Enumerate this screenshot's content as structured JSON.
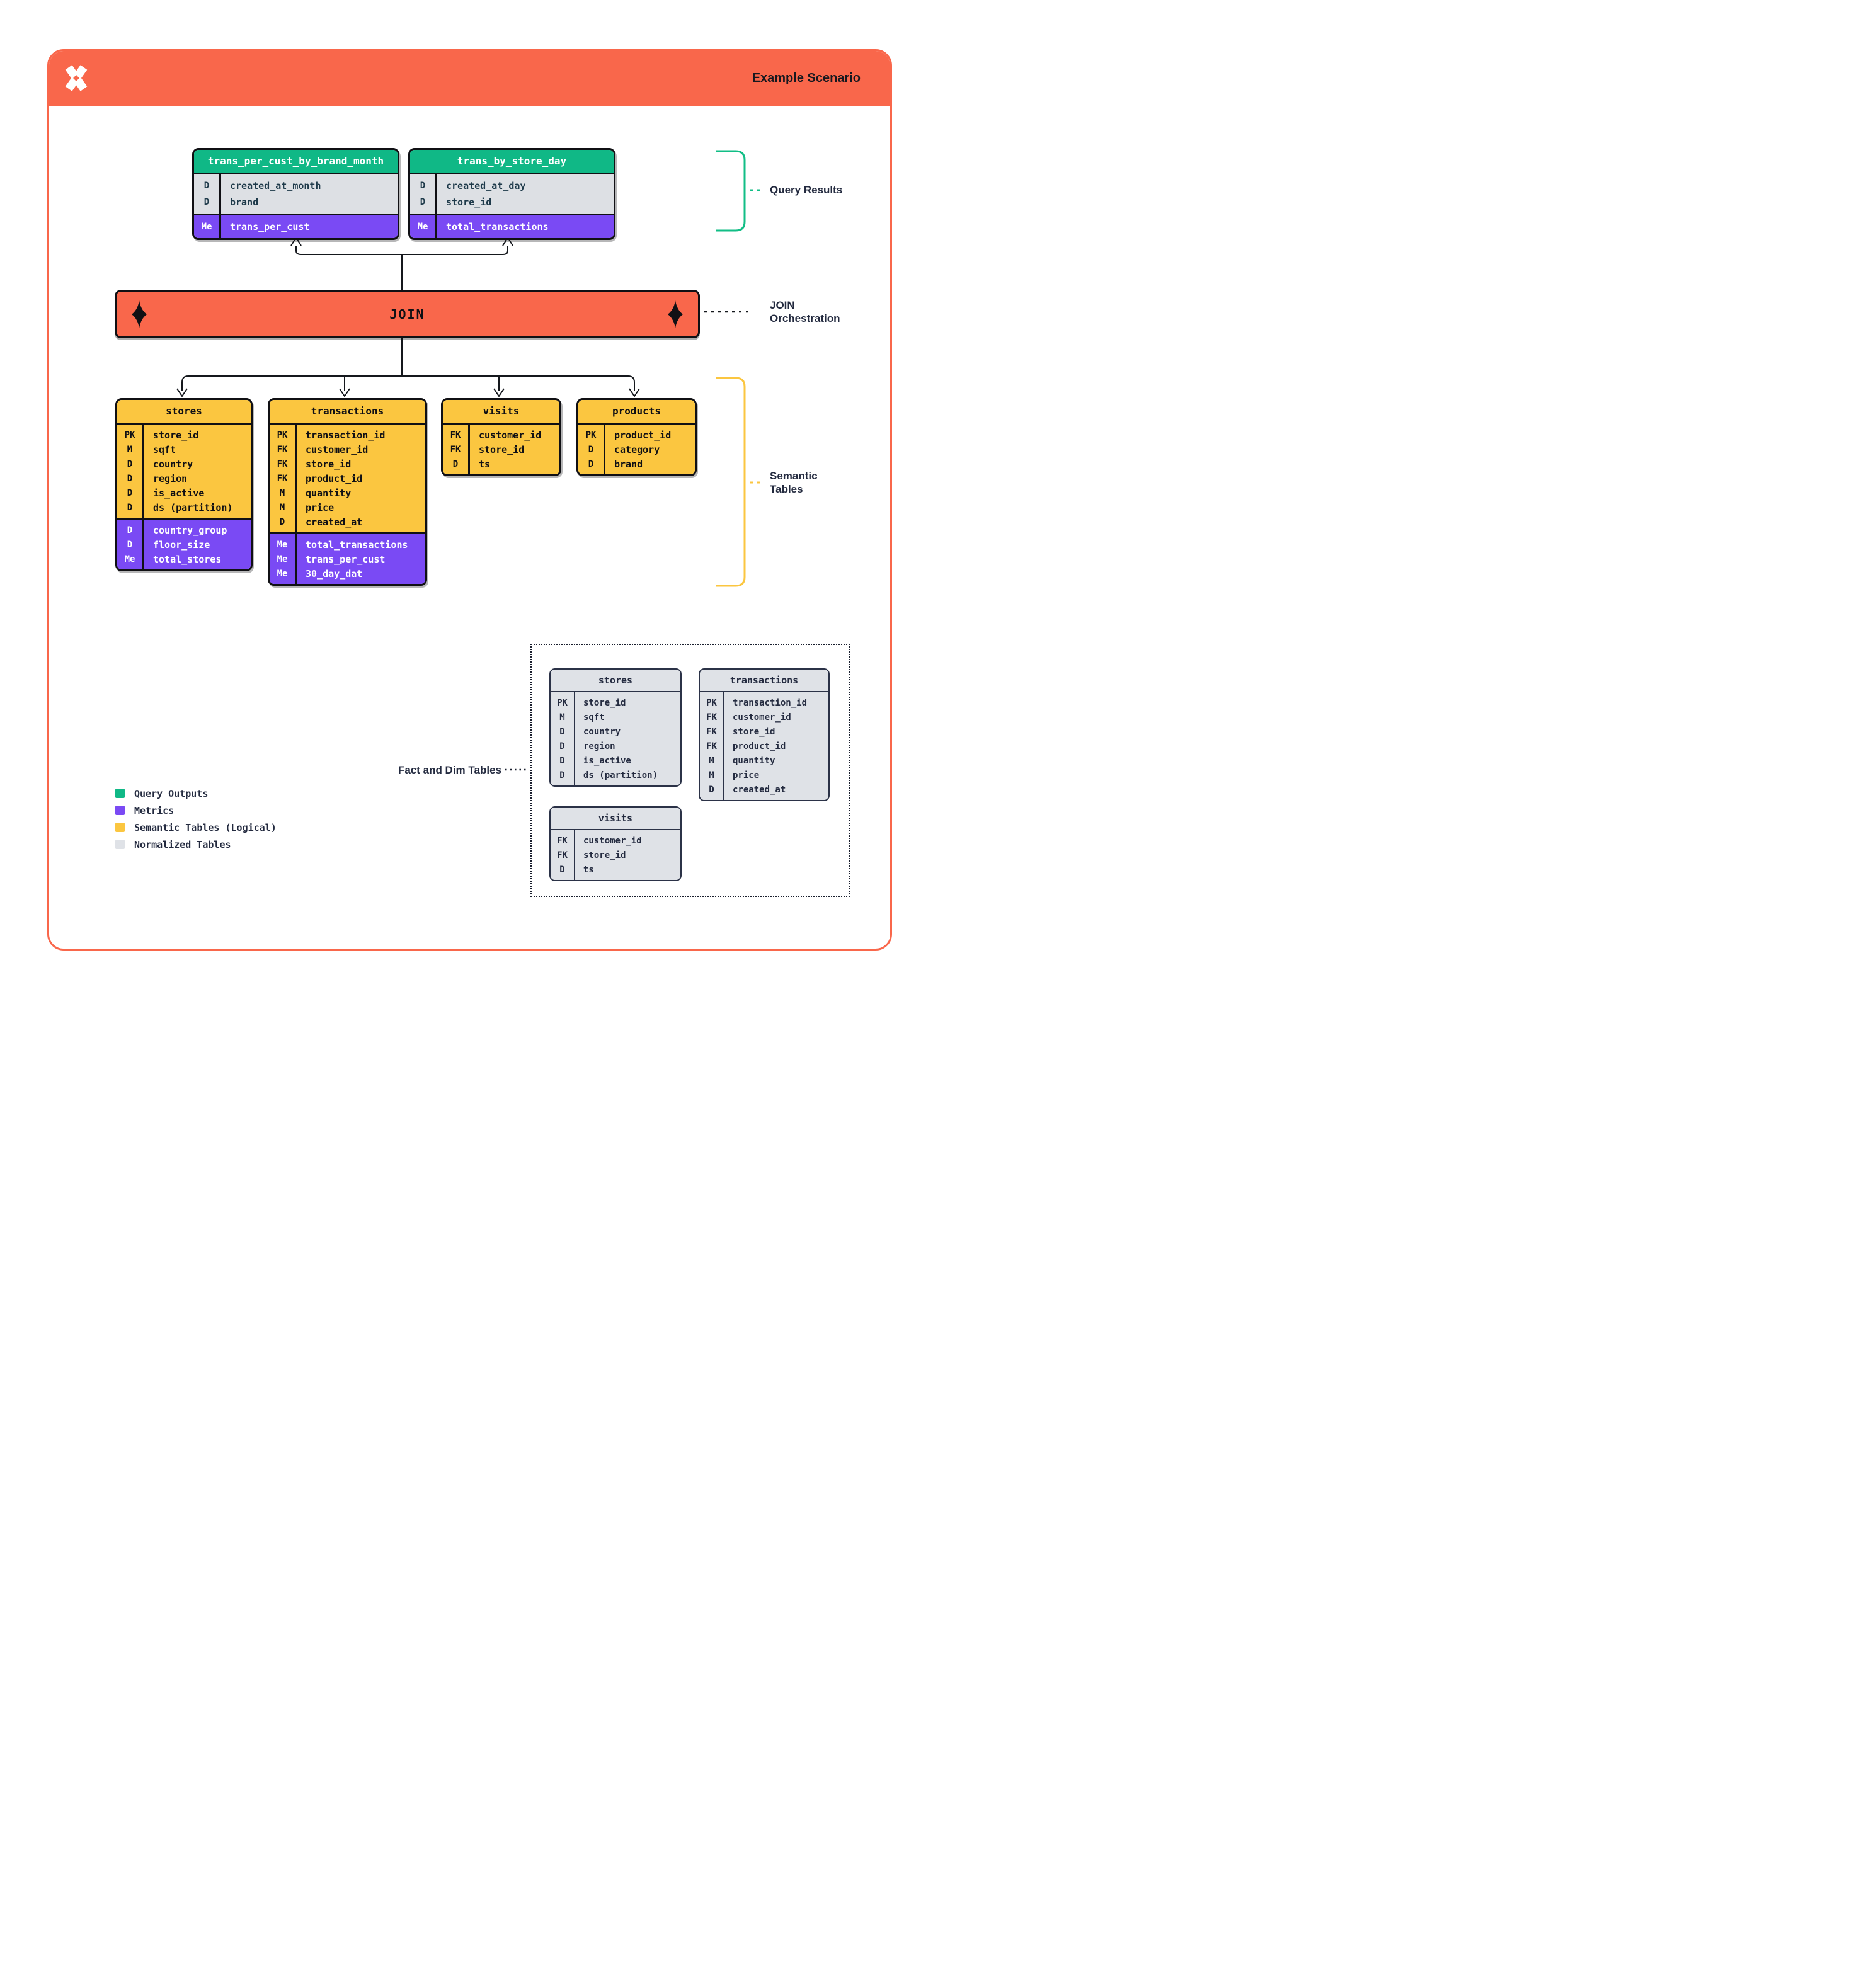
{
  "header": {
    "title": "Example Scenario"
  },
  "join": {
    "label": "JOIN"
  },
  "annotations": {
    "query_results": "Query Results",
    "join_orchestration": {
      "line1": "JOIN",
      "line2": "Orchestration"
    },
    "semantic_tables": {
      "line1": "Semantic",
      "line2": "Tables"
    },
    "fact_dim": "Fact and Dim Tables"
  },
  "colors": {
    "accent_orange": "#F9674B",
    "query_output_green": "#10B886",
    "metric_purple": "#7A4AF4",
    "semantic_yellow": "#FBC640",
    "normalized_gray": "#DFE2E7",
    "text_navy": "#232A3F"
  },
  "tables": {
    "query": [
      {
        "title": "trans_per_cust_by_brand_month",
        "dims": [
          {
            "k": "D",
            "n": "created_at_month"
          },
          {
            "k": "D",
            "n": "brand"
          }
        ],
        "metrics": [
          {
            "k": "Me",
            "n": "trans_per_cust"
          }
        ]
      },
      {
        "title": "trans_by_store_day",
        "dims": [
          {
            "k": "D",
            "n": "created_at_day"
          },
          {
            "k": "D",
            "n": "store_id"
          }
        ],
        "metrics": [
          {
            "k": "Me",
            "n": "total_transactions"
          }
        ]
      }
    ],
    "semantic": [
      {
        "title": "stores",
        "dims": [
          {
            "k": "PK",
            "n": "store_id"
          },
          {
            "k": "M",
            "n": "sqft"
          },
          {
            "k": "D",
            "n": "country"
          },
          {
            "k": "D",
            "n": "region"
          },
          {
            "k": "D",
            "n": "is_active"
          },
          {
            "k": "D",
            "n": "ds (partition)"
          }
        ],
        "metrics": [
          {
            "k": "D",
            "n": "country_group"
          },
          {
            "k": "D",
            "n": "floor_size"
          },
          {
            "k": "Me",
            "n": "total_stores"
          }
        ]
      },
      {
        "title": "transactions",
        "dims": [
          {
            "k": "PK",
            "n": "transaction_id"
          },
          {
            "k": "FK",
            "n": "customer_id"
          },
          {
            "k": "FK",
            "n": "store_id"
          },
          {
            "k": "FK",
            "n": "product_id"
          },
          {
            "k": "M",
            "n": "quantity"
          },
          {
            "k": "M",
            "n": "price"
          },
          {
            "k": "D",
            "n": "created_at"
          }
        ],
        "metrics": [
          {
            "k": "Me",
            "n": "total_transactions"
          },
          {
            "k": "Me",
            "n": "trans_per_cust"
          },
          {
            "k": "Me",
            "n": "30_day_dat"
          }
        ]
      },
      {
        "title": "visits",
        "dims": [
          {
            "k": "FK",
            "n": "customer_id"
          },
          {
            "k": "FK",
            "n": "store_id"
          },
          {
            "k": "D",
            "n": "ts"
          }
        ],
        "metrics": []
      },
      {
        "title": "products",
        "dims": [
          {
            "k": "PK",
            "n": "product_id"
          },
          {
            "k": "D",
            "n": "category"
          },
          {
            "k": "D",
            "n": "brand"
          }
        ],
        "metrics": []
      }
    ],
    "normalized": [
      {
        "title": "stores",
        "dims": [
          {
            "k": "PK",
            "n": "store_id"
          },
          {
            "k": "M",
            "n": "sqft"
          },
          {
            "k": "D",
            "n": "country"
          },
          {
            "k": "D",
            "n": "region"
          },
          {
            "k": "D",
            "n": "is_active"
          },
          {
            "k": "D",
            "n": "ds (partition)"
          }
        ],
        "metrics": []
      },
      {
        "title": "transactions",
        "dims": [
          {
            "k": "PK",
            "n": "transaction_id"
          },
          {
            "k": "FK",
            "n": "customer_id"
          },
          {
            "k": "FK",
            "n": "store_id"
          },
          {
            "k": "FK",
            "n": "product_id"
          },
          {
            "k": "M",
            "n": "quantity"
          },
          {
            "k": "M",
            "n": "price"
          },
          {
            "k": "D",
            "n": "created_at"
          }
        ],
        "metrics": []
      },
      {
        "title": "visits",
        "dims": [
          {
            "k": "FK",
            "n": "customer_id"
          },
          {
            "k": "FK",
            "n": "store_id"
          },
          {
            "k": "D",
            "n": "ts"
          }
        ],
        "metrics": []
      }
    ]
  },
  "legend": [
    {
      "label": "Query Outputs",
      "color": "#10B886"
    },
    {
      "label": "Metrics",
      "color": "#7A4AF4"
    },
    {
      "label": "Semantic Tables (Logical)",
      "color": "#FBC640"
    },
    {
      "label": "Normalized Tables",
      "color": "#DFE2E7"
    }
  ]
}
